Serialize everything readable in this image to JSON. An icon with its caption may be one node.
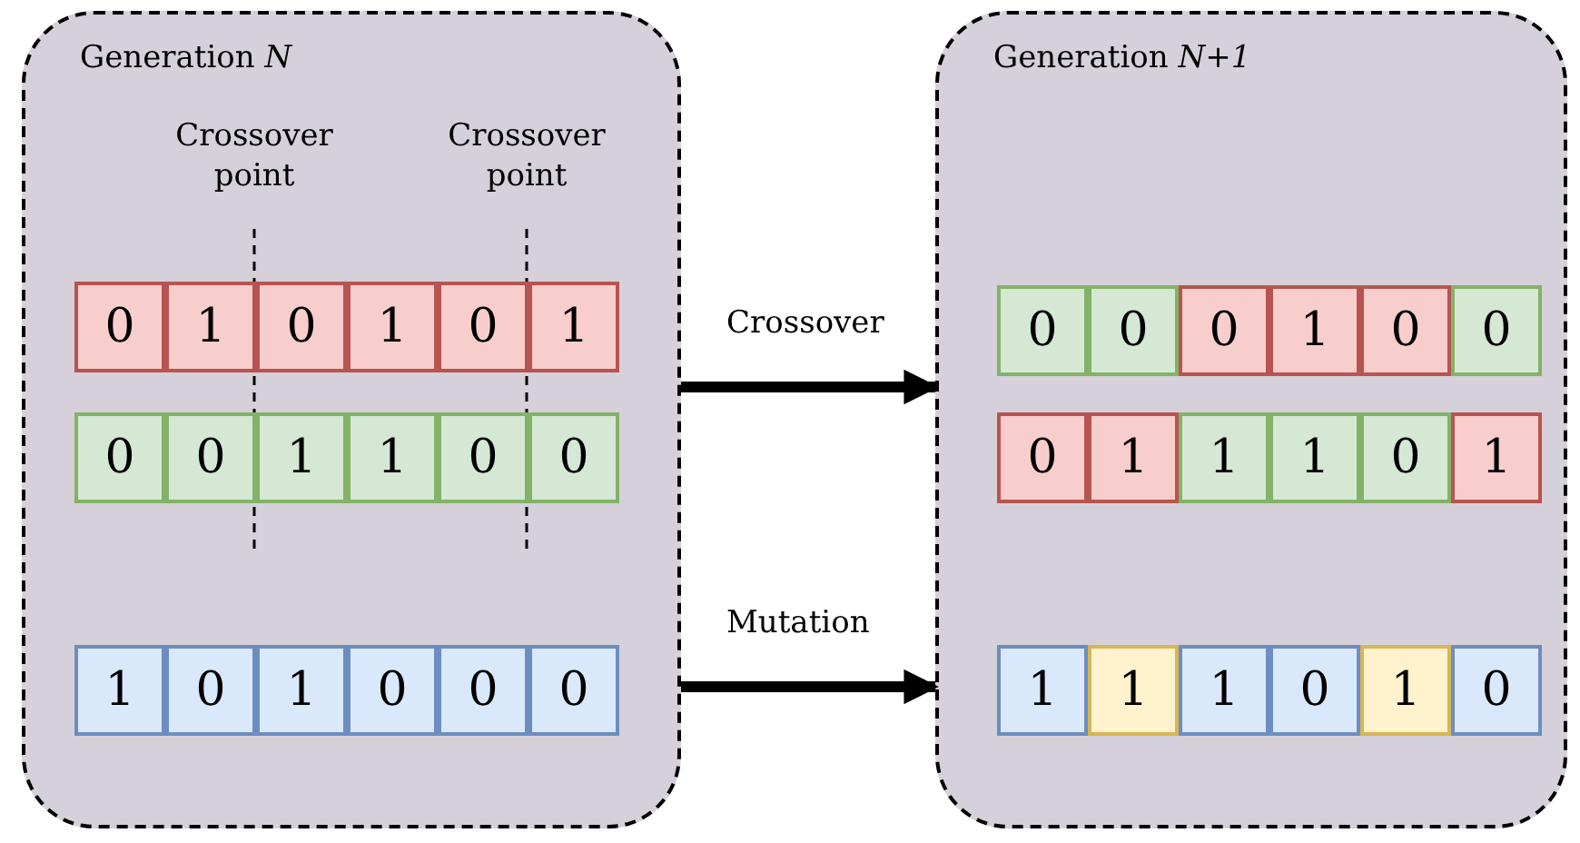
{
  "diagram": {
    "nodes": [
      {
        "text": [
          "Generation *N*"
        ]
      },
      {
        "text": [
          "0"
        ],
        "in": 0
      },
      {
        "text": [
          "1"
        ],
        "in": 0
      },
      {
        "text": [
          "0"
        ],
        "in": 0
      },
      {
        "text": [
          "1"
        ],
        "in": 0
      },
      {
        "text": [
          "0"
        ],
        "in": 0
      },
      {
        "text": [
          "1"
        ],
        "in": 0
      },
      {
        "text": [
          "0"
        ],
        "in": 0
      },
      {
        "text": [
          "0"
        ],
        "in": 0
      },
      {
        "text": [
          "1"
        ],
        "in": 0
      },
      {
        "text": [
          "1"
        ],
        "in": 0
      },
      {
        "text": [
          "0"
        ],
        "in": 0
      },
      {
        "text": [
          "0"
        ],
        "in": 0
      },
      {
        "text": [
          "1"
        ],
        "in": 0
      },
      {
        "text": [
          "0"
        ],
        "in": 0
      },
      {
        "text": [
          "1"
        ],
        "in": 0
      },
      {
        "text": [
          "0"
        ],
        "in": 0
      },
      {
        "text": [
          "0"
        ],
        "in": 0
      },
      {
        "text": [
          "0"
        ],
        "in": 0
      },
      {
        "text": [
          "Generation *N+1*"
        ]
      },
      {
        "text": [
          "0"
        ],
        "in": 19
      },
      {
        "text": [
          "0"
        ],
        "in": 19
      },
      {
        "text": [
          "0"
        ],
        "in": 19
      },
      {
        "text": [
          "1"
        ],
        "in": 19
      },
      {
        "text": [
          "0"
        ],
        "in": 19
      },
      {
        "text": [
          "0"
        ],
        "in": 19
      },
      {
        "text": [
          "0"
        ],
        "in": 19
      },
      {
        "text": [
          "1"
        ],
        "in": 19
      },
      {
        "text": [
          "1"
        ],
        "in": 19
      },
      {
        "text": [
          "1"
        ],
        "in": 19
      },
      {
        "text": [
          "0"
        ],
        "in": 19
      },
      {
        "text": [
          "1"
        ],
        "in": 19
      },
      {
        "text": [
          "1"
        ],
        "in": 19
      },
      {
        "text": [
          "1"
        ],
        "in": 19
      },
      {
        "text": [
          "1"
        ],
        "in": 19
      },
      {
        "text": [
          "0"
        ],
        "in": 19
      },
      {
        "text": [
          "1"
        ],
        "in": 19
      },
      {
        "text": [
          "0"
        ],
        "in": 19
      }
    ],
    "edges": [
      {
        "from": 0,
        "to": 19,
        "arrow": "to",
        "label": "Crossover"
      },
      {
        "from": 0,
        "to": 19,
        "arrow": "to",
        "label": "Mutation"
      }
    ],
    "labels": [
      "Crossover point",
      "Crossover point"
    ]
  }
}
